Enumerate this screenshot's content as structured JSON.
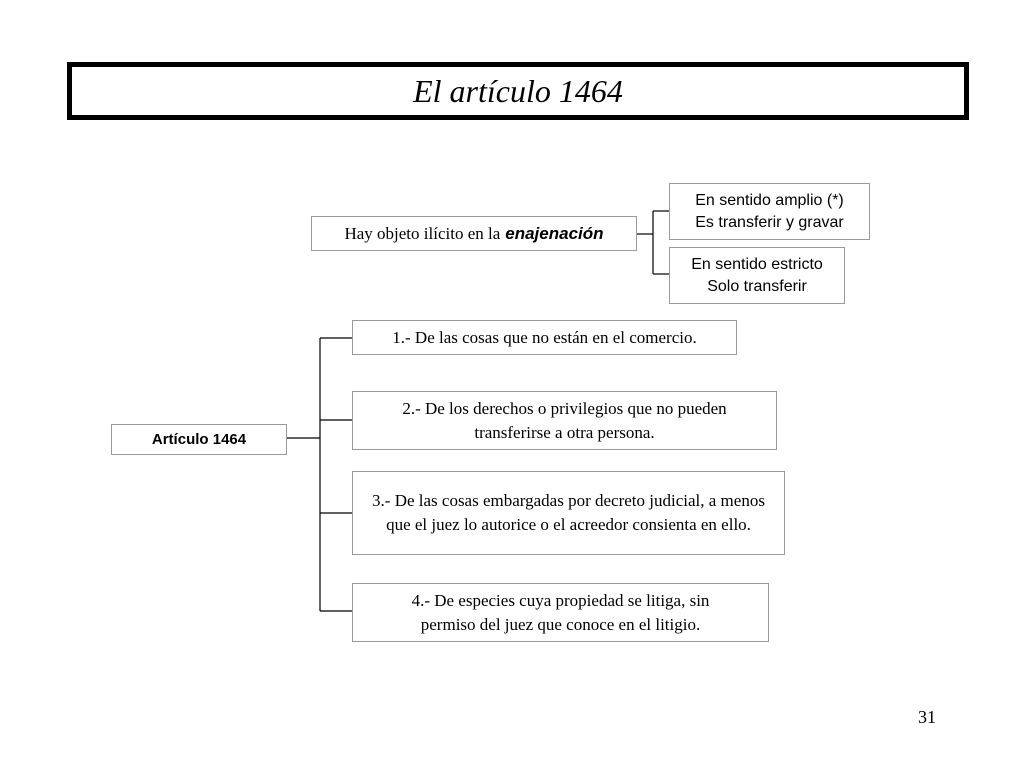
{
  "title": "El artículo 1464",
  "enajenacion": {
    "prefix": "Hay objeto ilícito en la",
    "emphasis": "enajenación",
    "branches": [
      {
        "line1": "En sentido amplio (*)",
        "line2": "Es transferir y gravar"
      },
      {
        "line1": "En sentido estricto",
        "line2": "Solo transferir"
      }
    ]
  },
  "articulo": {
    "label": "Artículo 1464",
    "items": [
      "1.- De las cosas que no están en el comercio.",
      "2.- De los derechos o privilegios que no pueden transferirse a otra persona.",
      "3.- De las cosas embargadas por decreto judicial, a menos que el juez lo autorice o el acreedor consienta en ello.",
      "4.- De especies cuya propiedad se litiga, sin permiso del juez que conoce en el litigio."
    ]
  },
  "page_number": "31"
}
